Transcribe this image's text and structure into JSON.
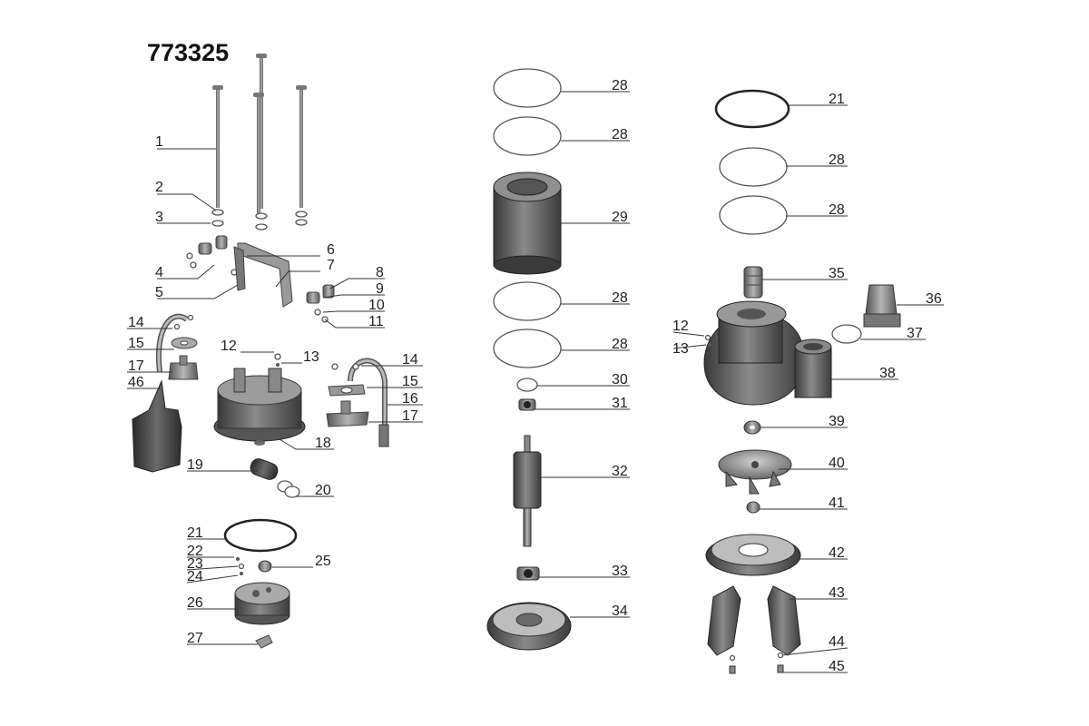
{
  "diagram": {
    "title": "773325",
    "callouts": [
      {
        "id": "c1",
        "text": "1"
      },
      {
        "id": "c2",
        "text": "2"
      },
      {
        "id": "c3",
        "text": "3"
      },
      {
        "id": "c4",
        "text": "4"
      },
      {
        "id": "c5",
        "text": "5"
      },
      {
        "id": "c6",
        "text": "6"
      },
      {
        "id": "c7",
        "text": "7"
      },
      {
        "id": "c8",
        "text": "8"
      },
      {
        "id": "c9",
        "text": "9"
      },
      {
        "id": "c10",
        "text": "10"
      },
      {
        "id": "c11",
        "text": "11"
      },
      {
        "id": "c12a",
        "text": "12"
      },
      {
        "id": "c13a",
        "text": "13"
      },
      {
        "id": "c14a",
        "text": "14"
      },
      {
        "id": "c14b",
        "text": "14"
      },
      {
        "id": "c15a",
        "text": "15"
      },
      {
        "id": "c15b",
        "text": "15"
      },
      {
        "id": "c16",
        "text": "16"
      },
      {
        "id": "c17a",
        "text": "17"
      },
      {
        "id": "c17b",
        "text": "17"
      },
      {
        "id": "c46",
        "text": "46"
      },
      {
        "id": "c18",
        "text": "18"
      },
      {
        "id": "c19",
        "text": "19"
      },
      {
        "id": "c20",
        "text": "20"
      },
      {
        "id": "c21a",
        "text": "21"
      },
      {
        "id": "c22",
        "text": "22"
      },
      {
        "id": "c23",
        "text": "23"
      },
      {
        "id": "c24",
        "text": "24"
      },
      {
        "id": "c25",
        "text": "25"
      },
      {
        "id": "c26",
        "text": "26"
      },
      {
        "id": "c27",
        "text": "27"
      },
      {
        "id": "c28a",
        "text": "28"
      },
      {
        "id": "c28b",
        "text": "28"
      },
      {
        "id": "c29",
        "text": "29"
      },
      {
        "id": "c28c",
        "text": "28"
      },
      {
        "id": "c28d",
        "text": "28"
      },
      {
        "id": "c30",
        "text": "30"
      },
      {
        "id": "c31",
        "text": "31"
      },
      {
        "id": "c32",
        "text": "32"
      },
      {
        "id": "c33",
        "text": "33"
      },
      {
        "id": "c34",
        "text": "34"
      },
      {
        "id": "c21b",
        "text": "21"
      },
      {
        "id": "c28e",
        "text": "28"
      },
      {
        "id": "c28f",
        "text": "28"
      },
      {
        "id": "c35",
        "text": "35"
      },
      {
        "id": "c36",
        "text": "36"
      },
      {
        "id": "c12b",
        "text": "12"
      },
      {
        "id": "c13b",
        "text": "13"
      },
      {
        "id": "c37",
        "text": "37"
      },
      {
        "id": "c38",
        "text": "38"
      },
      {
        "id": "c39",
        "text": "39"
      },
      {
        "id": "c40",
        "text": "40"
      },
      {
        "id": "c41",
        "text": "41"
      },
      {
        "id": "c42",
        "text": "42"
      },
      {
        "id": "c43",
        "text": "43"
      },
      {
        "id": "c44",
        "text": "44"
      },
      {
        "id": "c45",
        "text": "45"
      }
    ]
  }
}
